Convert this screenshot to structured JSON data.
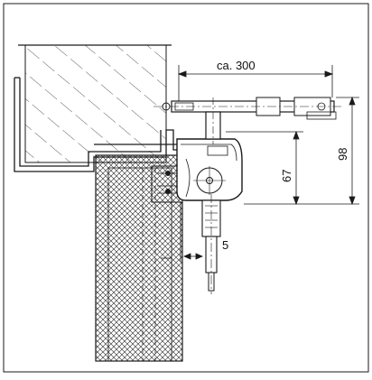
{
  "dimensions": {
    "width_label": "ca. 300",
    "height_large_label": "98",
    "height_small_label": "67",
    "offset_label": "5"
  },
  "colors": {
    "line": "#1a1a1a",
    "hatch": "#333333",
    "background": "#ffffff"
  }
}
